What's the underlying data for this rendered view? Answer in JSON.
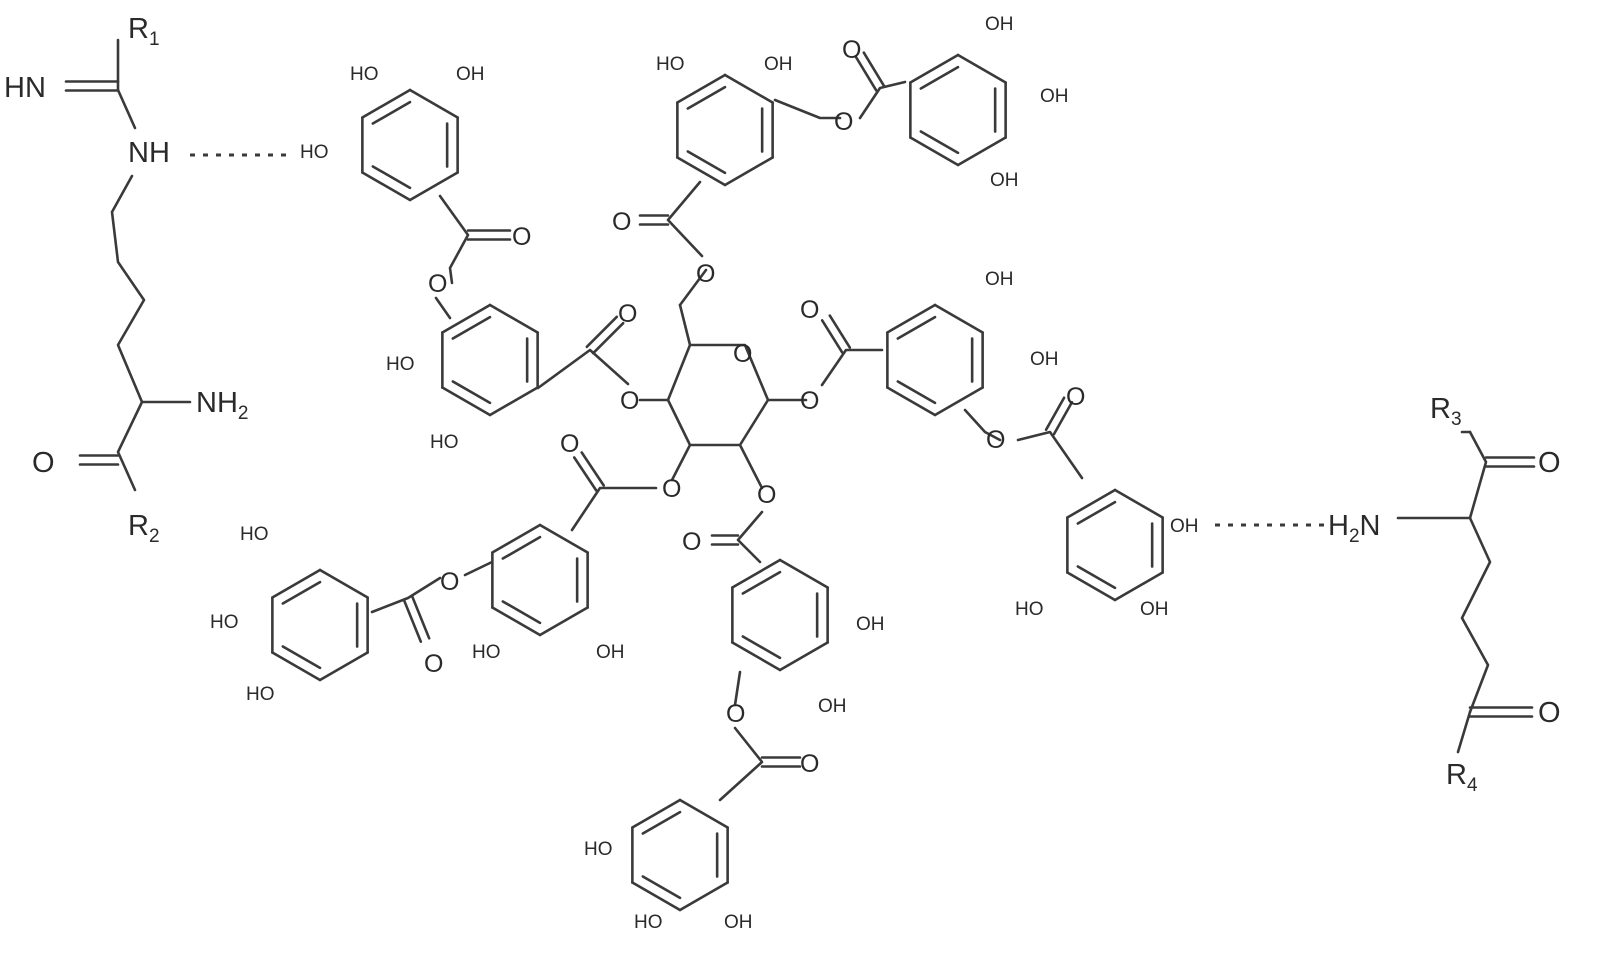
{
  "labels": {
    "oh": "OH",
    "ho": "HO",
    "o": "O",
    "hn": "HN",
    "nh": "NH",
    "r1": "R",
    "r1_sub": "1",
    "r2": "R",
    "r2_sub": "2",
    "r3": "R",
    "r3_sub": "3",
    "r4": "R",
    "r4_sub": "4",
    "nh2_left": "NH",
    "nh2_left_sub": "2",
    "h2n_right_h": "H",
    "h2n_right_sub": "2",
    "h2n_right_n": "N"
  },
  "colors": {
    "ink": "#2a2a2a",
    "background": "#ffffff"
  }
}
